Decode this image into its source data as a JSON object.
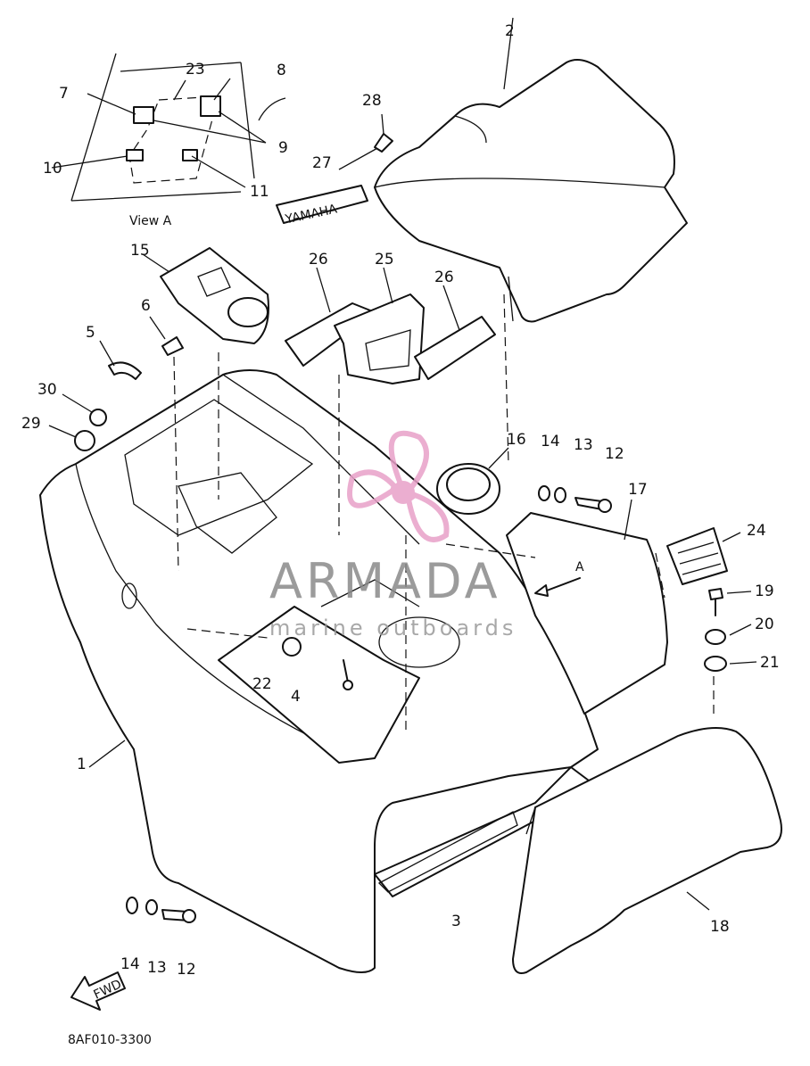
{
  "diagram": {
    "view_label": "View A",
    "arrow_label": "A",
    "fwd_label": "FWD",
    "part_code": "8AF010-3300",
    "decal_text": "YAMAHA",
    "labels": {
      "p1": "1",
      "p2": "2",
      "p3": "3",
      "p4": "4",
      "p5": "5",
      "p6": "6",
      "p7": "7",
      "p8": "8",
      "p9": "9",
      "p10": "10",
      "p11": "11",
      "p12a": "12",
      "p12b": "12",
      "p13a": "13",
      "p13b": "13",
      "p14a": "14",
      "p14b": "14",
      "p15": "15",
      "p16": "16",
      "p17": "17",
      "p18": "18",
      "p19": "19",
      "p20": "20",
      "p21": "21",
      "p22": "22",
      "p23": "23",
      "p24": "24",
      "p25": "25",
      "p26a": "26",
      "p26b": "26",
      "p27": "27",
      "p28": "28",
      "p29": "29",
      "p30": "30"
    }
  },
  "watermark": {
    "brand": "ARMADA",
    "tagline": "marine outboards",
    "logo_color": "#e8a0c8"
  }
}
